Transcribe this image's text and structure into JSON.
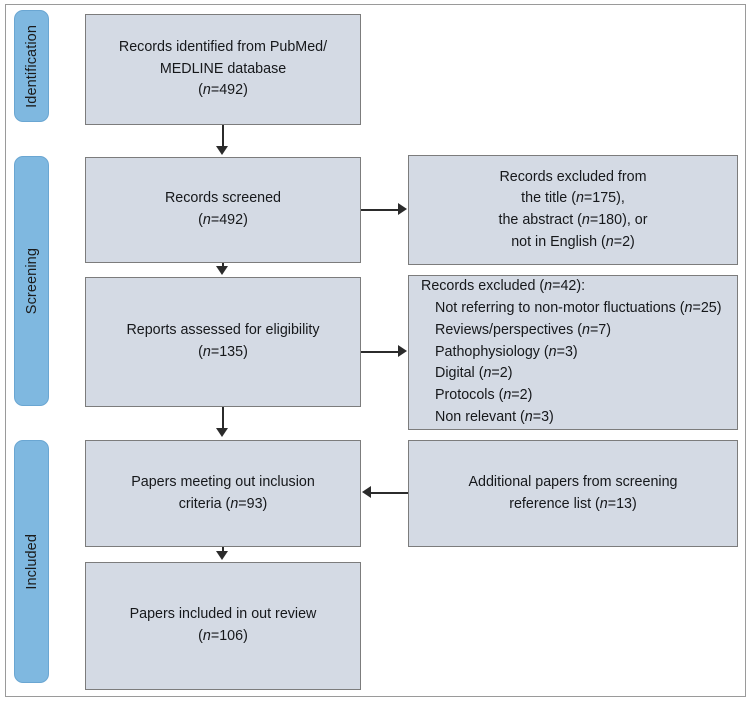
{
  "diagram": {
    "type": "prisma-flow-diagram",
    "colors": {
      "stage_pill": "#7fb8e0",
      "box_fill": "#d4dae4",
      "box_border": "#7c7c7c",
      "arrow": "#2b2b2b",
      "frame": "#9a9a9a"
    }
  },
  "stages": [
    {
      "id": "identification",
      "label": "Identification"
    },
    {
      "id": "screening",
      "label": "Screening"
    },
    {
      "id": "included",
      "label": "Included"
    }
  ],
  "boxes": {
    "identified": {
      "line1": "Records identified from PubMed/",
      "line2": "MEDLINE database",
      "n_prefix": "(",
      "n_italic": "n",
      "n_value": "=492)"
    },
    "screened": {
      "line1": "Records screened",
      "n_prefix": "(",
      "n_italic": "n",
      "n_value": "=492)"
    },
    "eligibility": {
      "line1": "Reports assessed for eligibility",
      "n_prefix": "(",
      "n_italic": "n",
      "n_value": "=135)"
    },
    "inclusion": {
      "line1": "Papers meeting out inclusion",
      "line2_prefix": "criteria (",
      "line2_italic": "n",
      "line2_value": "=93)"
    },
    "included_review": {
      "line1": "Papers included in out review",
      "n_prefix": "(",
      "n_italic": "n",
      "n_value": "=106)"
    },
    "excluded_screening": {
      "line1": "Records excluded from",
      "line2_prefix": "the title (",
      "line2_italic": "n",
      "line2_value": "=175),",
      "line3_prefix": "the abstract (",
      "line3_italic": "n",
      "line3_value": "=180), or",
      "line4_prefix": "not in English (",
      "line4_italic": "n",
      "line4_value": "=2)"
    },
    "excluded_eligibility": {
      "heading_prefix": "Records excluded (",
      "heading_italic": "n",
      "heading_value": "=42):",
      "items": [
        {
          "text": "Not referring to non-motor fluctuations (",
          "italic": "n",
          "value": "=25)"
        },
        {
          "text": "Reviews/perspectives (",
          "italic": "n",
          "value": "=7)"
        },
        {
          "text": "Pathophysiology (",
          "italic": "n",
          "value": "=3)"
        },
        {
          "text": "Digital (",
          "italic": "n",
          "value": "=2)"
        },
        {
          "text": "Protocols (",
          "italic": "n",
          "value": "=2)"
        },
        {
          "text": "Non relevant (",
          "italic": "n",
          "value": "=3)"
        }
      ]
    },
    "additional": {
      "line1": "Additional papers from screening",
      "line2_prefix": "reference list (",
      "line2_italic": "n",
      "line2_value": "=13)"
    }
  }
}
